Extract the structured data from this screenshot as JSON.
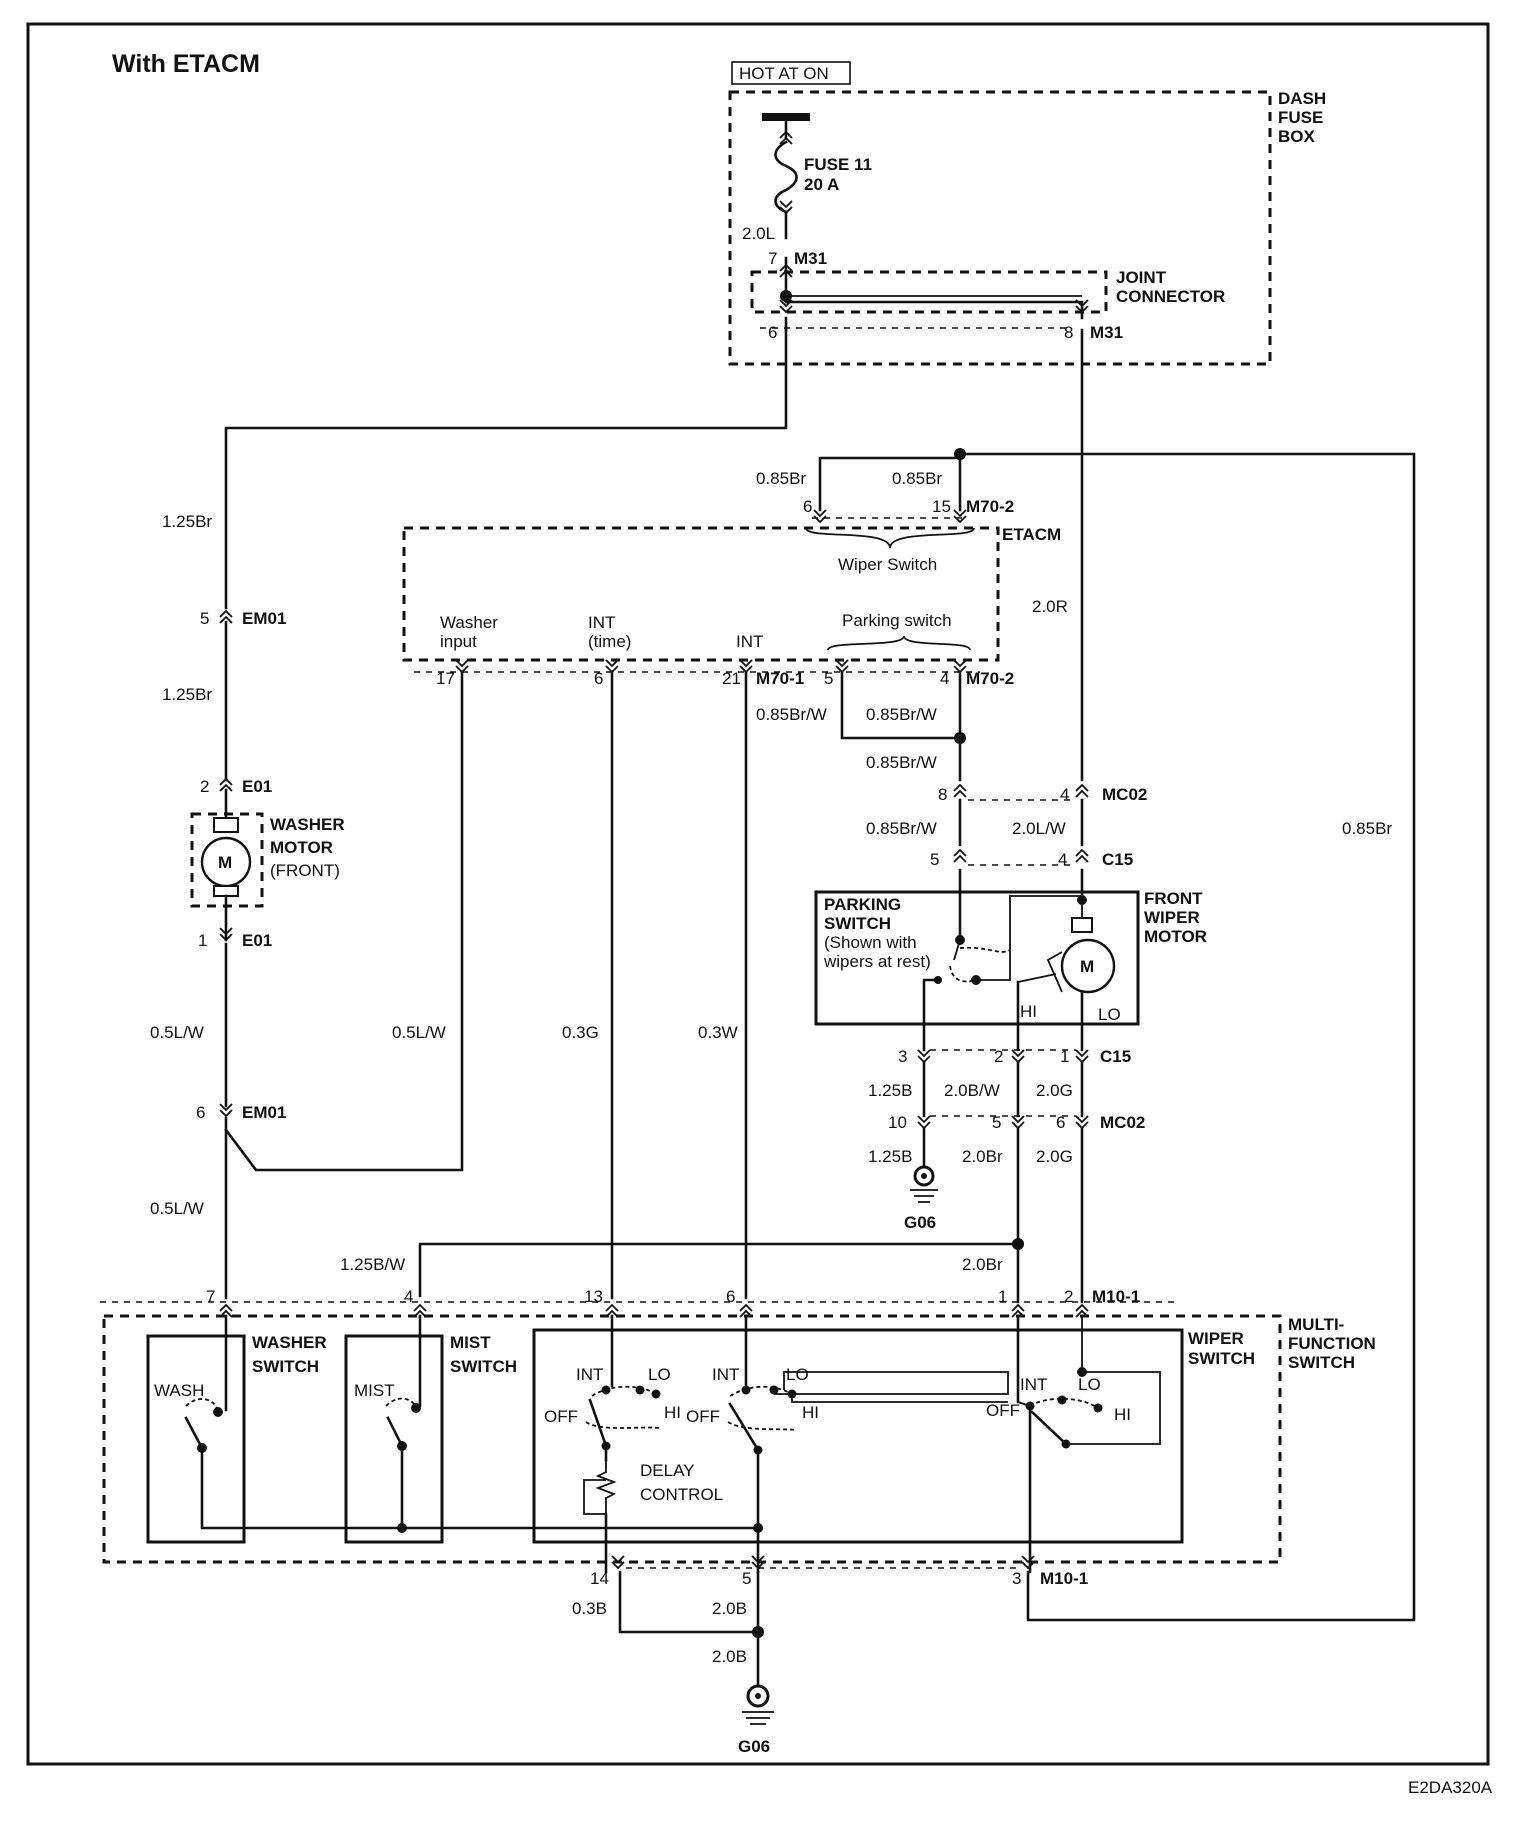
{
  "title": "With ETACM",
  "code": "E2DA320A",
  "labels": {
    "hot_at_on": "HOT AT ON",
    "dash_fuse_box": [
      "DASH",
      "FUSE",
      "BOX"
    ],
    "fuse": [
      "FUSE 11",
      "20 A"
    ],
    "joint_connector": [
      "JOINT",
      "CONNECTOR"
    ],
    "etacm": "ETACM",
    "wiper_switch_small": "Wiper Switch",
    "washer_input": [
      "Washer",
      "input"
    ],
    "int_time": [
      "INT",
      "(time)"
    ],
    "int": "INT",
    "parking_switch_small": "Parking switch",
    "washer_motor": [
      "WASHER",
      "MOTOR",
      "(FRONT)"
    ],
    "parking_switch": [
      "PARKING",
      "SWITCH",
      "(Shown with",
      "wipers at rest)"
    ],
    "front_wiper_motor": [
      "FRONT",
      "WIPER",
      "MOTOR"
    ],
    "motor_m": "M",
    "hi": "HI",
    "lo": "LO",
    "multi_function_switch": [
      "MULTI-",
      "FUNCTION",
      "SWITCH"
    ],
    "washer_switch": [
      "WASHER",
      "SWITCH"
    ],
    "mist_switch": [
      "MIST",
      "SWITCH"
    ],
    "wiper_switch": [
      "WIPER",
      "SWITCH"
    ],
    "wash": "WASH",
    "mist": "MIST",
    "off": "OFF",
    "delay_control": [
      "DELAY",
      "CONTROL"
    ],
    "ground": "G06"
  },
  "connectors": {
    "m31": "M31",
    "m70_2": "M70-2",
    "m70_1": "M70-1",
    "em01": "EM01",
    "e01": "E01",
    "mc02": "MC02",
    "c15": "C15",
    "m10_1": "M10-1"
  },
  "pins": {
    "p7": "7",
    "p6": "6",
    "p8": "8",
    "p15": "15",
    "p17": "17",
    "p21": "21",
    "p5": "5",
    "p4": "4",
    "p2": "2",
    "p1": "1",
    "p3": "3",
    "p10": "10",
    "p13": "13",
    "p14": "14"
  },
  "wires": {
    "w2_0L": "2.0L",
    "w1_25Br": "1.25Br",
    "w0_85Br": "0.85Br",
    "w2_0R": "2.0R",
    "w0_85BrW": "0.85Br/W",
    "w2_0LW": "2.0L/W",
    "w0_5LW": "0.5L/W",
    "w0_3G": "0.3G",
    "w0_3W": "0.3W",
    "w1_25B": "1.25B",
    "w2_0BW": "2.0B/W",
    "w2_0G": "2.0G",
    "w2_0Br": "2.0Br",
    "w1_25BW": "1.25B/W",
    "w0_3B": "0.3B",
    "w2_0B": "2.0B"
  }
}
